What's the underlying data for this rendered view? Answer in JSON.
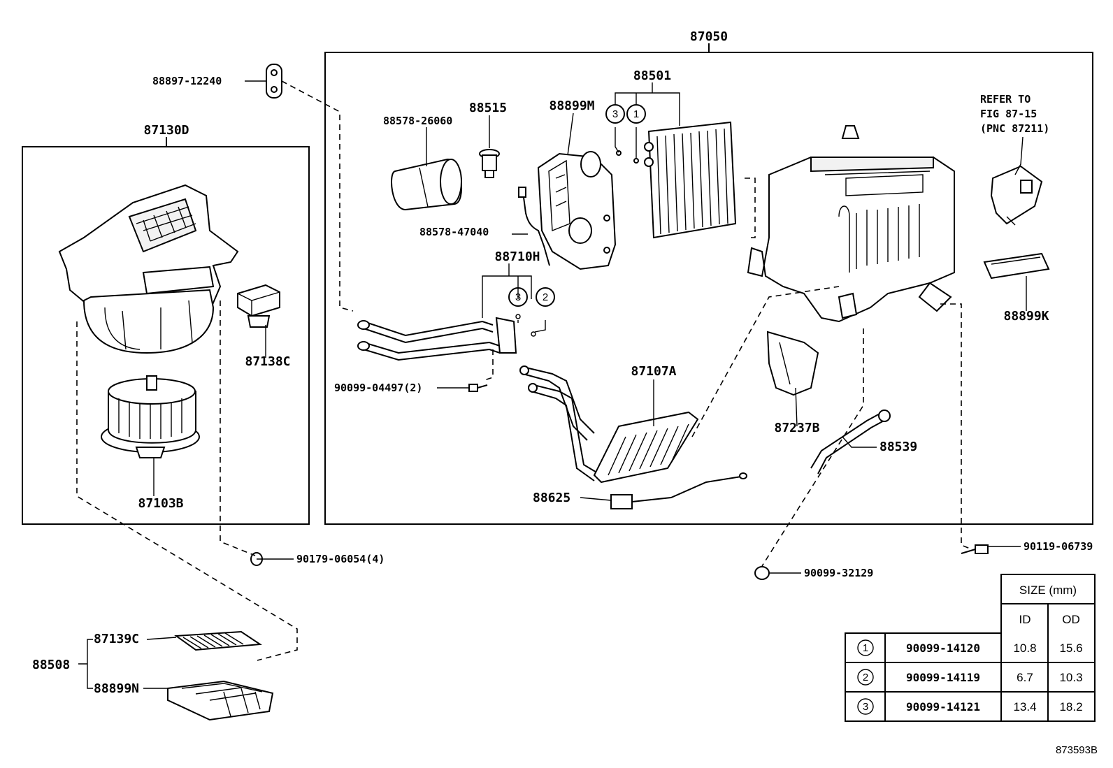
{
  "labels": {
    "assy_87050": "87050",
    "assy_87130D": "87130D",
    "p88897": "88897-12240",
    "p88578_26060": "88578-26060",
    "p88515": "88515",
    "p88899M": "88899M",
    "p88501": "88501",
    "refer_line1": "REFER TO",
    "refer_line2": "FIG 87-15",
    "refer_line3": "(PNC 87211)",
    "p88578_47040": "88578-47040",
    "p88710H": "88710H",
    "p90099_04497": "90099-04497(2)",
    "p87107A": "87107A",
    "p87237B": "87237B",
    "p88539": "88539",
    "p88625": "88625",
    "p88899K": "88899K",
    "p87138C": "87138C",
    "p87103B": "87103B",
    "p90179": "90179-06054(4)",
    "p90099_32129": "90099-32129",
    "p90119": "90119-06739",
    "p88508": "88508",
    "p87139C": "87139C",
    "p88899N": "88899N",
    "circle_3a": "3",
    "circle_1a": "1",
    "circle_3b": "3",
    "circle_2b": "2"
  },
  "size_table": {
    "title": "SIZE (mm)",
    "col_id": "ID",
    "col_od": "OD",
    "rows": [
      {
        "mark": "1",
        "part": "90099-14120",
        "id": "10.8",
        "od": "15.6"
      },
      {
        "mark": "2",
        "part": "90099-14119",
        "id": "6.7",
        "od": "10.3"
      },
      {
        "mark": "3",
        "part": "90099-14121",
        "id": "13.4",
        "od": "18.2"
      }
    ]
  },
  "figure_id": "873593B"
}
